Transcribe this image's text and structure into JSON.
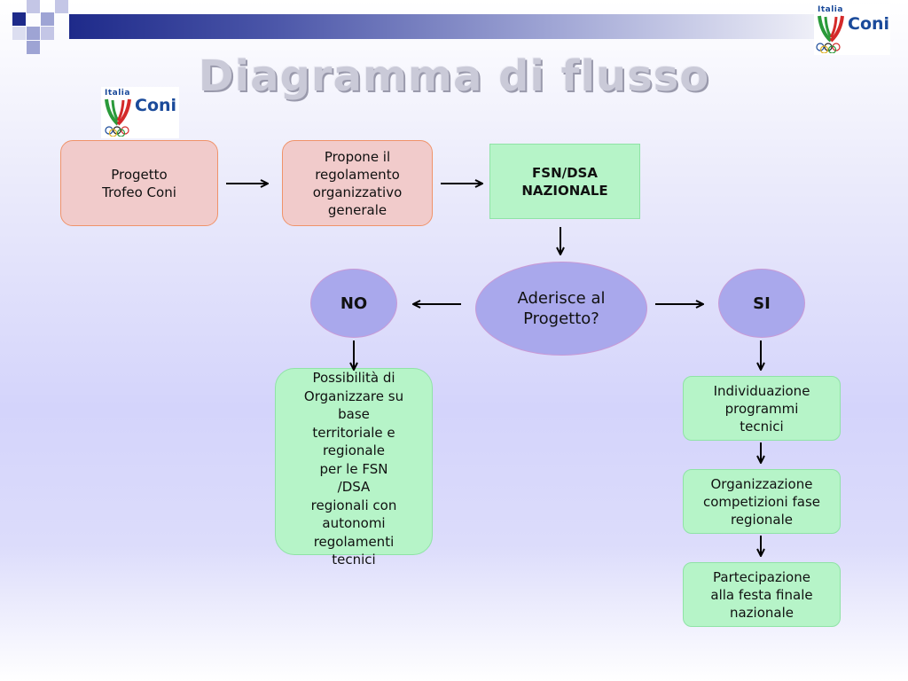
{
  "title": "Diagramma di flusso",
  "logo": {
    "italia": "Italia",
    "coni": "Coni"
  },
  "nodes": {
    "progetto": "Progetto\nTrofeo Coni",
    "propone": "Propone il\nregolamento\norganizzativo\ngenerale",
    "fsn": "FSN/DSA\nNAZIONALE",
    "aderisce": "Aderisce al\nProgetto?",
    "no": "NO",
    "si": "SI",
    "possibilita": "Possibilità di\nOrganizzare su\nbase\nterritoriale e\nregionale\nper le FSN\n/DSA\nregionali con\nautonomi\nregolamenti\ntecnici",
    "individuazione": "Individuazione\nprogrammi\ntecnici",
    "organizzazione": "Organizzazione\ncompetizioni fase\nregionale",
    "partecipazione": "Partecipazione\nalla festa finale\nnazionale"
  },
  "colors": {
    "pink_fill": "#f1cbcb",
    "pink_border": "#f0936a",
    "green_fill": "#b6f4c8",
    "green_border": "#8fe3a6",
    "oval_fill": "#a9a8ec",
    "oval_border": "#c89ad6"
  }
}
